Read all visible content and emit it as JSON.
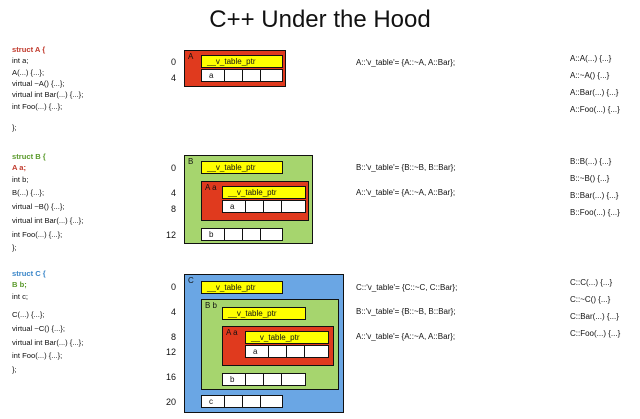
{
  "title": "C++ Under the Hood",
  "codeA": [
    {
      "kw": "struct A {",
      "t": ""
    },
    {
      "kw": "",
      "t": "   int a;"
    },
    {
      "kw": "",
      "t": "                     A(...) {...};"
    },
    {
      "kw": "",
      "t": " virtual        ~A() {...};"
    },
    {
      "kw": "",
      "t": " virtual int Bar(...) {...};"
    },
    {
      "kw": "",
      "t": "          int Foo(...) {...};"
    },
    {
      "kw": "",
      "t": "};"
    }
  ],
  "codeB": [
    {
      "kw": "struct B {",
      "t": ""
    },
    {
      "kw": "   A   a;",
      "t": ""
    },
    {
      "kw": "",
      "t": "   int b;"
    },
    {
      "kw": "",
      "t": "                     B(...) {...};"
    },
    {
      "kw": "",
      "t": " virtual        ~B() {...};"
    },
    {
      "kw": "",
      "t": " virtual int Bar(...) {...};"
    },
    {
      "kw": "",
      "t": "          int Foo(...) {...};"
    },
    {
      "kw": "",
      "t": "};"
    }
  ],
  "codeC": [
    {
      "kw": "struct C {",
      "t": ""
    },
    {
      "kw": "   B   b;",
      "t": ""
    },
    {
      "kw": "",
      "t": "   int c;"
    },
    {
      "kw": "",
      "t": "                     C(...) {...};"
    },
    {
      "kw": "",
      "t": " virtual        ~C() {...};"
    },
    {
      "kw": "",
      "t": " virtual int Bar(...) {...};"
    },
    {
      "kw": "",
      "t": "          int Foo(...) {...};"
    },
    {
      "kw": "",
      "t": "};"
    }
  ],
  "labels": {
    "A": "A",
    "B": "B",
    "C": "C",
    "Aa": "A a",
    "Bb": "B b",
    "vptr": "__v_table_ptr",
    "a": "a",
    "b": "b",
    "c": "c"
  },
  "offsets": {
    "A": [
      "0",
      "4"
    ],
    "B": [
      "0",
      "4",
      "8",
      "12"
    ],
    "C": [
      "0",
      "4",
      "8",
      "12",
      "16",
      "20"
    ]
  },
  "vtables": {
    "A": [
      "A::'v_table'= {A::~A, A::Bar};"
    ],
    "B": [
      "B::'v_table'= {B::~B, B::Bar};",
      "A::'v_table'= {A::~A, A::Bar};"
    ],
    "C": [
      "C::'v_table'= {C::~C, C::Bar};",
      "B::'v_table'= {B::~B, B::Bar};",
      "A::'v_table'= {A::~A, A::Bar};"
    ]
  },
  "funcs": {
    "A": [
      "A::A(...) {...}",
      "A::~A() {...}",
      "A::Bar(...) {...}",
      "A::Foo(...) {...}"
    ],
    "B": [
      "B::B(...) {...}",
      "B::~B() {...}",
      "B::Bar(...) {...}",
      "B::Foo(...) {...}"
    ],
    "C": [
      "C::C(...) {...}",
      "C::~C() {...}",
      "C::Bar(...) {...}",
      "C::Foo(...) {...}"
    ]
  },
  "colors": {
    "red": "#e03a1e",
    "green": "#a6d56e",
    "blue": "#6aa6e4",
    "yellow": "#ffff00"
  }
}
